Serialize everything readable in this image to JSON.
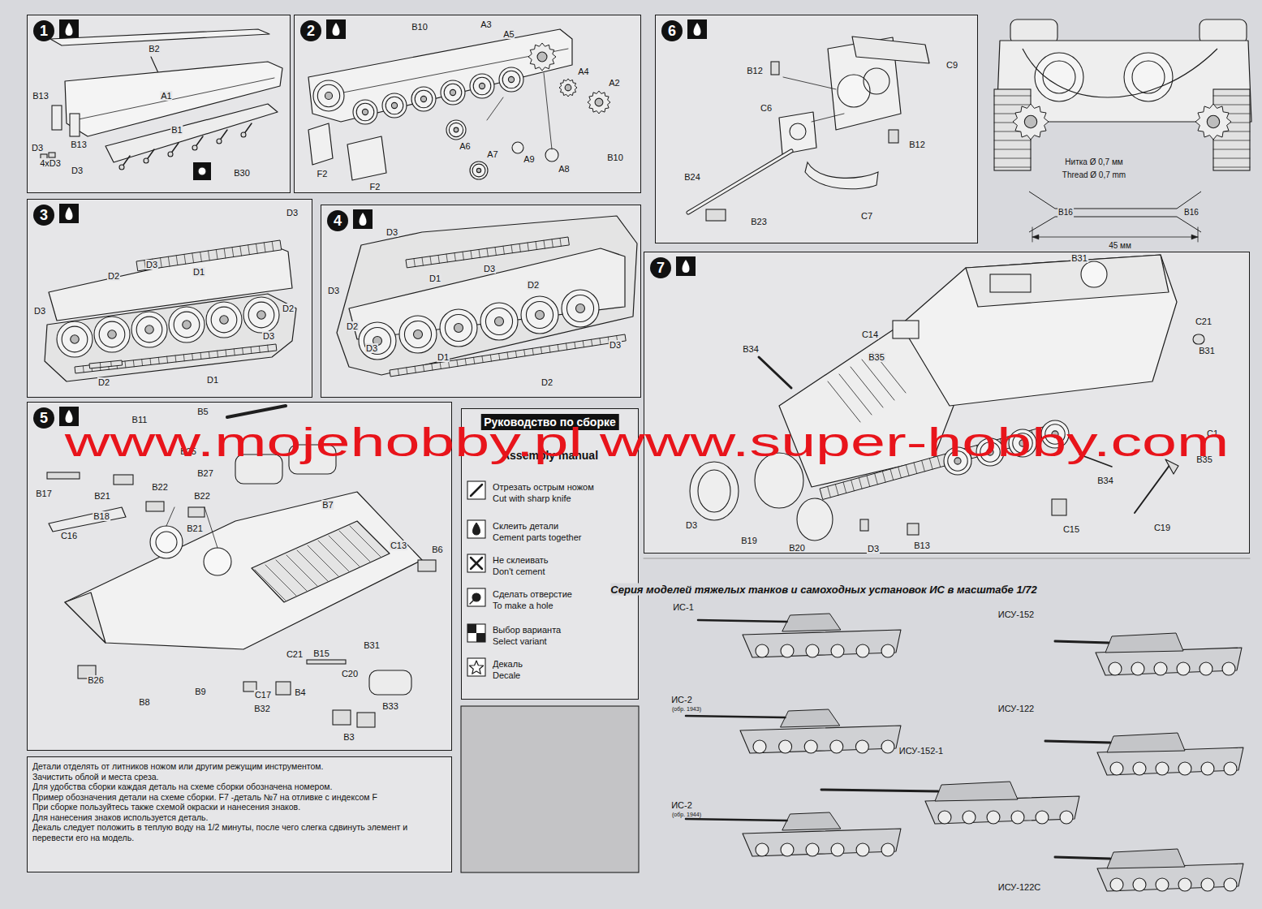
{
  "diagram": {
    "nodes": [
      {
        "text": [
          "1"
        ]
      },
      {
        "text": [
          "2"
        ]
      },
      {
        "text": [
          "6"
        ]
      },
      {
        "text": [
          "3"
        ]
      },
      {
        "text": [
          "4"
        ]
      },
      {
        "text": [
          "7"
        ]
      },
      {
        "text": [
          "5"
        ]
      },
      {
        "text": [
          "Руководство по сборке",
          "Assembly manual",
          "Отрезать острым ножом",
          "Cut with sharp knife",
          "Склеить детали",
          "Cement parts together",
          "Не склеивать",
          "Don't cement",
          "Сделать отверстие",
          "To make a hole",
          "Выбор варианта",
          "Select variant",
          "Декаль",
          "Decale"
        ]
      },
      {
        "text": [
          "Детали отделять от литников ножом или другим режущим инструментом.",
          "Зачистить облой и места среза.",
          "Для удобства сборки каждая деталь на схеме сборки обозначена номером.",
          "Пример обозначения детали на схеме сборки. F7 -деталь №7 на отливке с индексом F",
          "При сборке пользуйтесь также схемой окраски и нанесения знаков.",
          "Для нанесения знаков используется деталь.",
          "Декаль следует положить в теплую воду на 1/2  минуты, после чего слегка сдвинуть элемент и перевести его на модель."
        ]
      }
    ],
    "edges": [],
    "labels": [
      "B2",
      "A1",
      "B13",
      "D3",
      "4xD3",
      "B13",
      "D3",
      "B1",
      "B30",
      "B10",
      "A3",
      "A5",
      "A4",
      "A2",
      "A6",
      "A7",
      "A9",
      "A8",
      "B10",
      "F2",
      "F2",
      "B12",
      "C9",
      "C6",
      "B12",
      "B24",
      "C7",
      "B23",
      "Нитка Ø 0,7 мм",
      "Thread Ø 0,7 mm",
      "B16",
      "B16",
      "45 мм",
      "D3",
      "D3",
      "D2",
      "D1",
      "D2",
      "D3",
      "D3",
      "D1",
      "D2",
      "D3",
      "D3",
      "D3",
      "D1",
      "D2",
      "D2",
      "D3",
      "D1",
      "D3",
      "D2",
      "C14",
      "B35",
      "B31",
      "C21",
      "B31",
      "B34",
      "C1",
      "B35",
      "B34",
      "C15",
      "C19",
      "D3",
      "B19",
      "B20",
      "D3",
      "B13",
      "B11",
      "B5",
      "B25",
      "B17",
      "B21",
      "B18",
      "B27",
      "B22",
      "B22",
      "B21",
      "C16",
      "B7",
      "C13",
      "B6",
      "B26",
      "C21",
      "B15",
      "B31",
      "C20",
      "C17",
      "B8",
      "B9",
      "B4",
      "B32",
      "B33",
      "B3",
      "Серия моделей тяжелых танков и самоходных установок ИС в масштабе 1/72",
      "ИС-1",
      "ИСУ-152",
      "ИС-2",
      "(обр. 1943)",
      "ИСУ-122",
      "ИСУ-152-1",
      "ИС-2",
      "(обр. 1944)",
      "ИСУ-122С",
      "www.mojehobby.pl www.super-hobby.com"
    ]
  }
}
